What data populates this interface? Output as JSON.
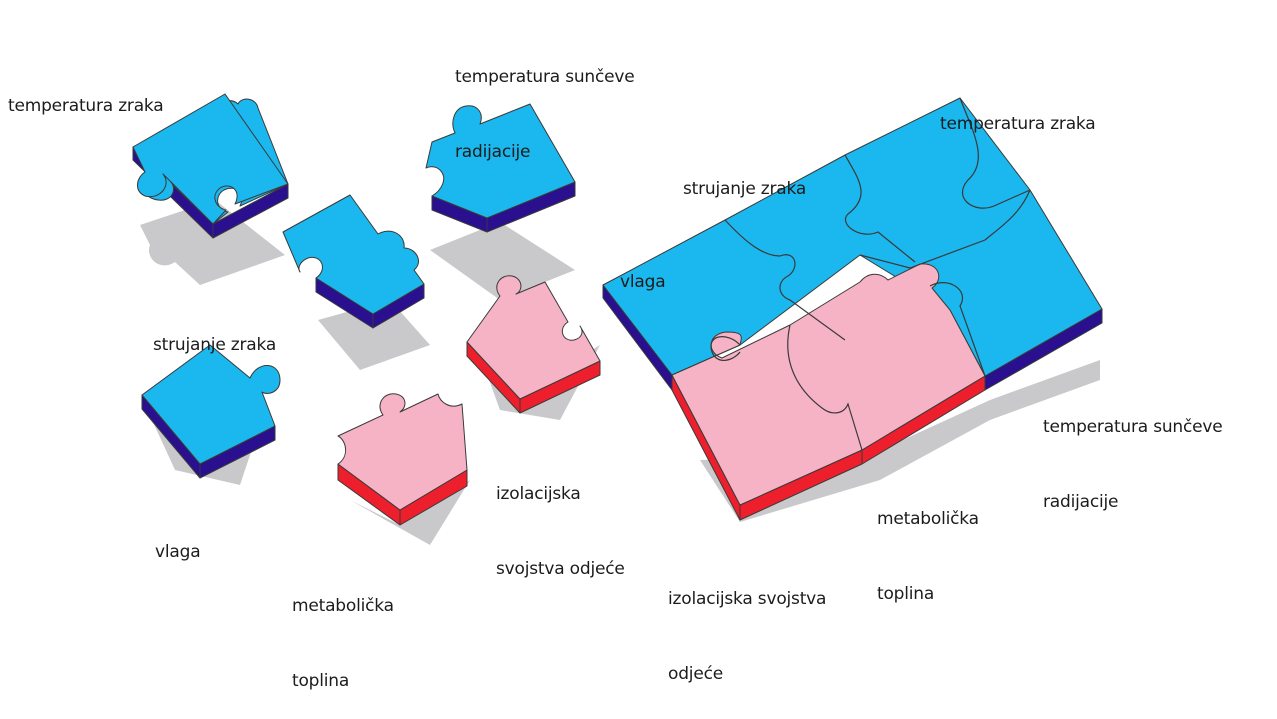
{
  "colors": {
    "blue_top": "#1ab8ee",
    "blue_side": "#2a0f8e",
    "pink_top": "#f6b3c6",
    "pink_side": "#ee1f2c",
    "shadow": "#c9c9cc",
    "outline": "#3a3a3a"
  },
  "pieces": [
    {
      "factor": "temperatura zraka",
      "color": "blue",
      "icon": "puzzle-piece-icon"
    },
    {
      "factor": "temperatura sunčeve radijacije",
      "color": "blue",
      "icon": "puzzle-piece-icon"
    },
    {
      "factor": "strujanje zraka",
      "color": "blue",
      "icon": "puzzle-piece-icon"
    },
    {
      "factor": "vlaga",
      "color": "blue",
      "icon": "puzzle-piece-icon"
    },
    {
      "factor": "izolacijska svojstva odjeće",
      "color": "pink",
      "icon": "puzzle-piece-icon"
    },
    {
      "factor": "metabolička toplina",
      "color": "pink",
      "icon": "puzzle-piece-icon"
    }
  ],
  "labels": {
    "loose_temp_zraka": "temperatura zraka",
    "loose_sun_1": "temperatura sunčeve",
    "loose_sun_2": "radijacije",
    "loose_strujanje": "strujanje zraka",
    "loose_vlaga": "vlaga",
    "loose_izol_1": "izolacijska",
    "loose_izol_2": "svojstva odjeće",
    "loose_meta_1": "metabolička",
    "loose_meta_2": "toplina",
    "asm_temp_zraka": "temperatura zraka",
    "asm_strujanje": "strujanje zraka",
    "asm_vlaga": "vlaga",
    "asm_sun_1": "temperatura sunčeve",
    "asm_sun_2": "radijacije",
    "asm_meta_1": "metabolička",
    "asm_meta_2": "toplina",
    "asm_izol_1": "izolacijska svojstva",
    "asm_izol_2": "odjeće"
  }
}
